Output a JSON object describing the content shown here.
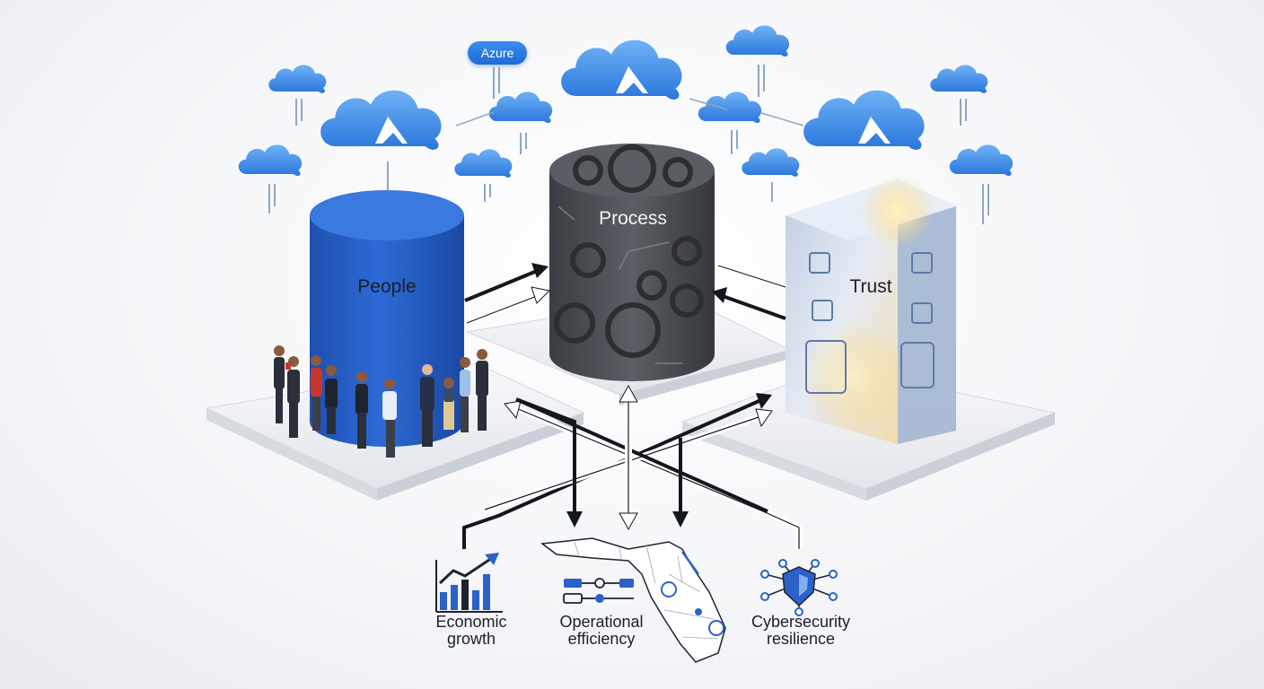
{
  "clouds": {
    "azure_label": "Azure"
  },
  "pillars": {
    "people": {
      "label": "People",
      "color": "#2a62c9"
    },
    "process": {
      "label": "Process",
      "color": "#4a4d53"
    },
    "trust": {
      "label": "Trust",
      "color": "#c9d6ea"
    }
  },
  "outcomes": {
    "economic": {
      "line1": "Economic",
      "line2": "growth"
    },
    "operational": {
      "line1": "Operational",
      "line2": "efficiency"
    },
    "cyber": {
      "line1": "Cybersecurity",
      "line2": "resilience"
    }
  },
  "colors": {
    "cloud_blue": "#3f8fe6",
    "arrow_dark": "#14171c",
    "accent_blue": "#2a62c9"
  }
}
